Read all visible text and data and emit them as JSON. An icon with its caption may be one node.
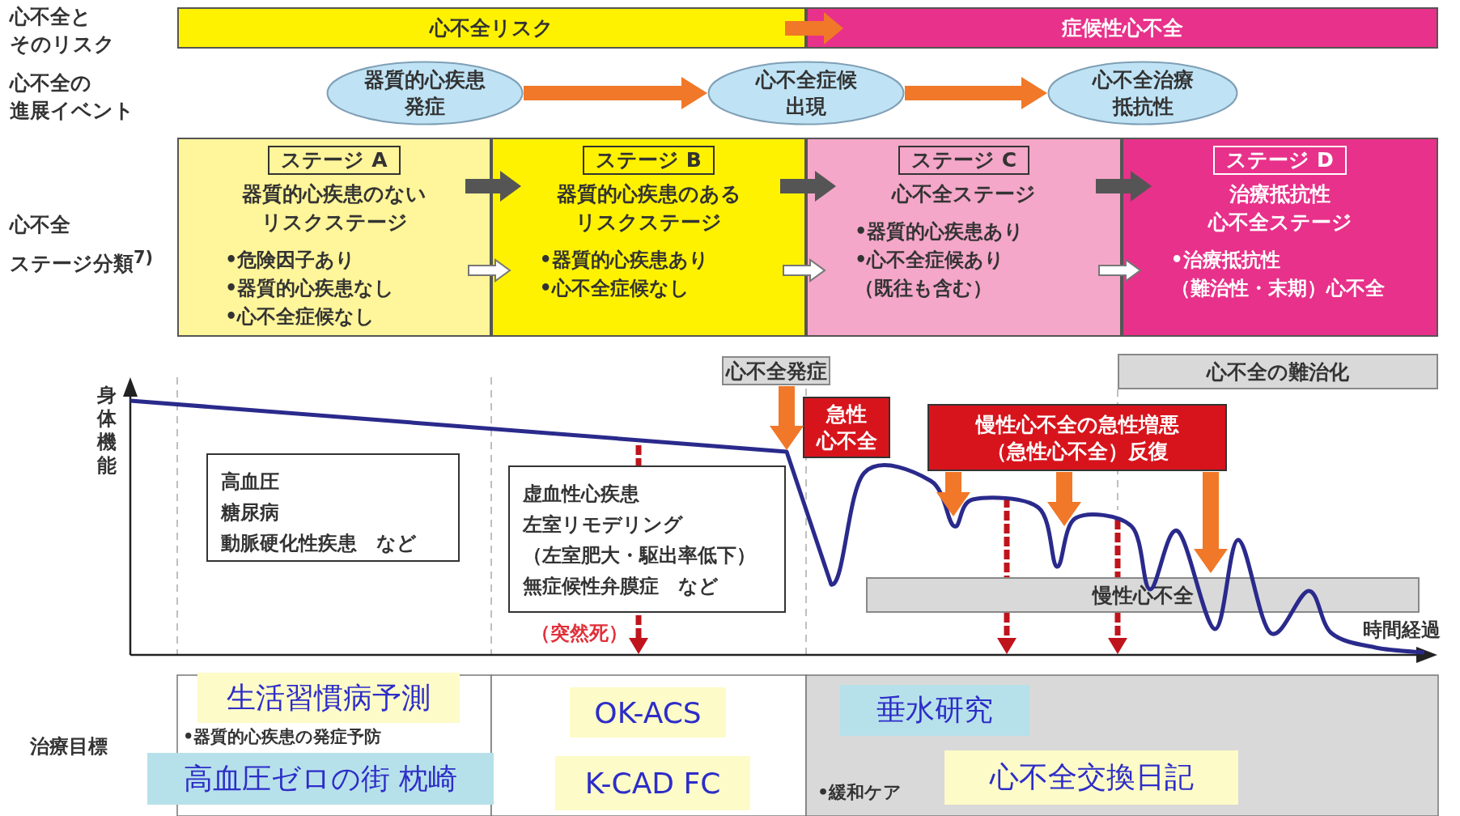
{
  "diagram": {
    "nodes": [
      {
        "text": [
          "心不全リスク"
        ]
      },
      {
        "text": [
          "症候性心不全"
        ]
      },
      {
        "text": [
          "器質的心疾患発症"
        ]
      },
      {
        "text": [
          "心不全症候出現"
        ]
      },
      {
        "text": [
          "心不全治療抵抗性"
        ]
      },
      {
        "text": [
          "ステージ A",
          "器質的心疾患のないリスクステージ",
          "•危険因子あり",
          "•器質的心疾患なし",
          "•心不全症候なし"
        ]
      },
      {
        "text": [
          "ステージ B",
          "器質的心疾患のあるリスクステージ",
          "•器質的心疾患あり",
          "•心不全症候なし"
        ]
      },
      {
        "text": [
          "ステージ C",
          "心不全ステージ",
          "•器質的心疾患あり",
          "•心不全症候あり（既往も含む）"
        ]
      },
      {
        "text": [
          "ステージ D",
          "治療抵抗性心不全ステージ",
          "•治療抵抗性（難治性・末期）心不全"
        ]
      },
      {
        "text": [
          "心不全発症"
        ]
      },
      {
        "text": [
          "急性心不全"
        ]
      },
      {
        "text": [
          "慢性心不全の急性増悪（急性心不全）反復"
        ]
      },
      {
        "text": [
          "心不全の難治化"
        ]
      },
      {
        "text": [
          "慢性心不全"
        ]
      },
      {
        "text": [
          "高血圧",
          "糖尿病",
          "動脈硬化性疾患　など"
        ]
      },
      {
        "text": [
          "虚血性心疾患",
          "左室リモデリング",
          "（左室肥大・駆出率低下）",
          "無症候性弁膜症　など"
        ]
      }
    ],
    "edges": [
      {
        "from": 0,
        "to": 1,
        "arrow": "to"
      },
      {
        "from": 2,
        "to": 3,
        "arrow": "to"
      },
      {
        "from": 3,
        "to": 4,
        "arrow": "to"
      },
      {
        "from": 5,
        "to": 6,
        "arrow": "to",
        "color": "#555555"
      },
      {
        "from": 5,
        "to": 6,
        "arrow": "to",
        "color": "#ffffff"
      },
      {
        "from": 6,
        "to": 7,
        "arrow": "to",
        "color": "#555555"
      },
      {
        "from": 6,
        "to": 7,
        "arrow": "to",
        "color": "#ffffff"
      },
      {
        "from": 7,
        "to": 8,
        "arrow": "to",
        "color": "#555555"
      },
      {
        "from": 7,
        "to": 8,
        "arrow": "to",
        "color": "#ffffff"
      },
      {
        "from": 9,
        "to": null,
        "arrow": "to"
      },
      {
        "from": 11,
        "to": null,
        "arrow": "to"
      },
      {
        "from": 11,
        "to": null,
        "arrow": "to"
      },
      {
        "from": 11,
        "to": null,
        "arrow": "to"
      }
    ],
    "labels": [
      "心不全とそのリスク",
      "心不全の進展イベント",
      "心不全ステージ分類$^{7)}$",
      "身体機能",
      "（突然死）",
      "時間経過",
      "治療目標",
      "•器質的心疾患の発症予防",
      "•緩和ケア",
      "生活習慣病予測",
      "OK-ACS",
      "垂水研究",
      "高血圧ゼロの街 枕崎",
      "K-CAD FC",
      "心不全交換日記"
    ]
  }
}
